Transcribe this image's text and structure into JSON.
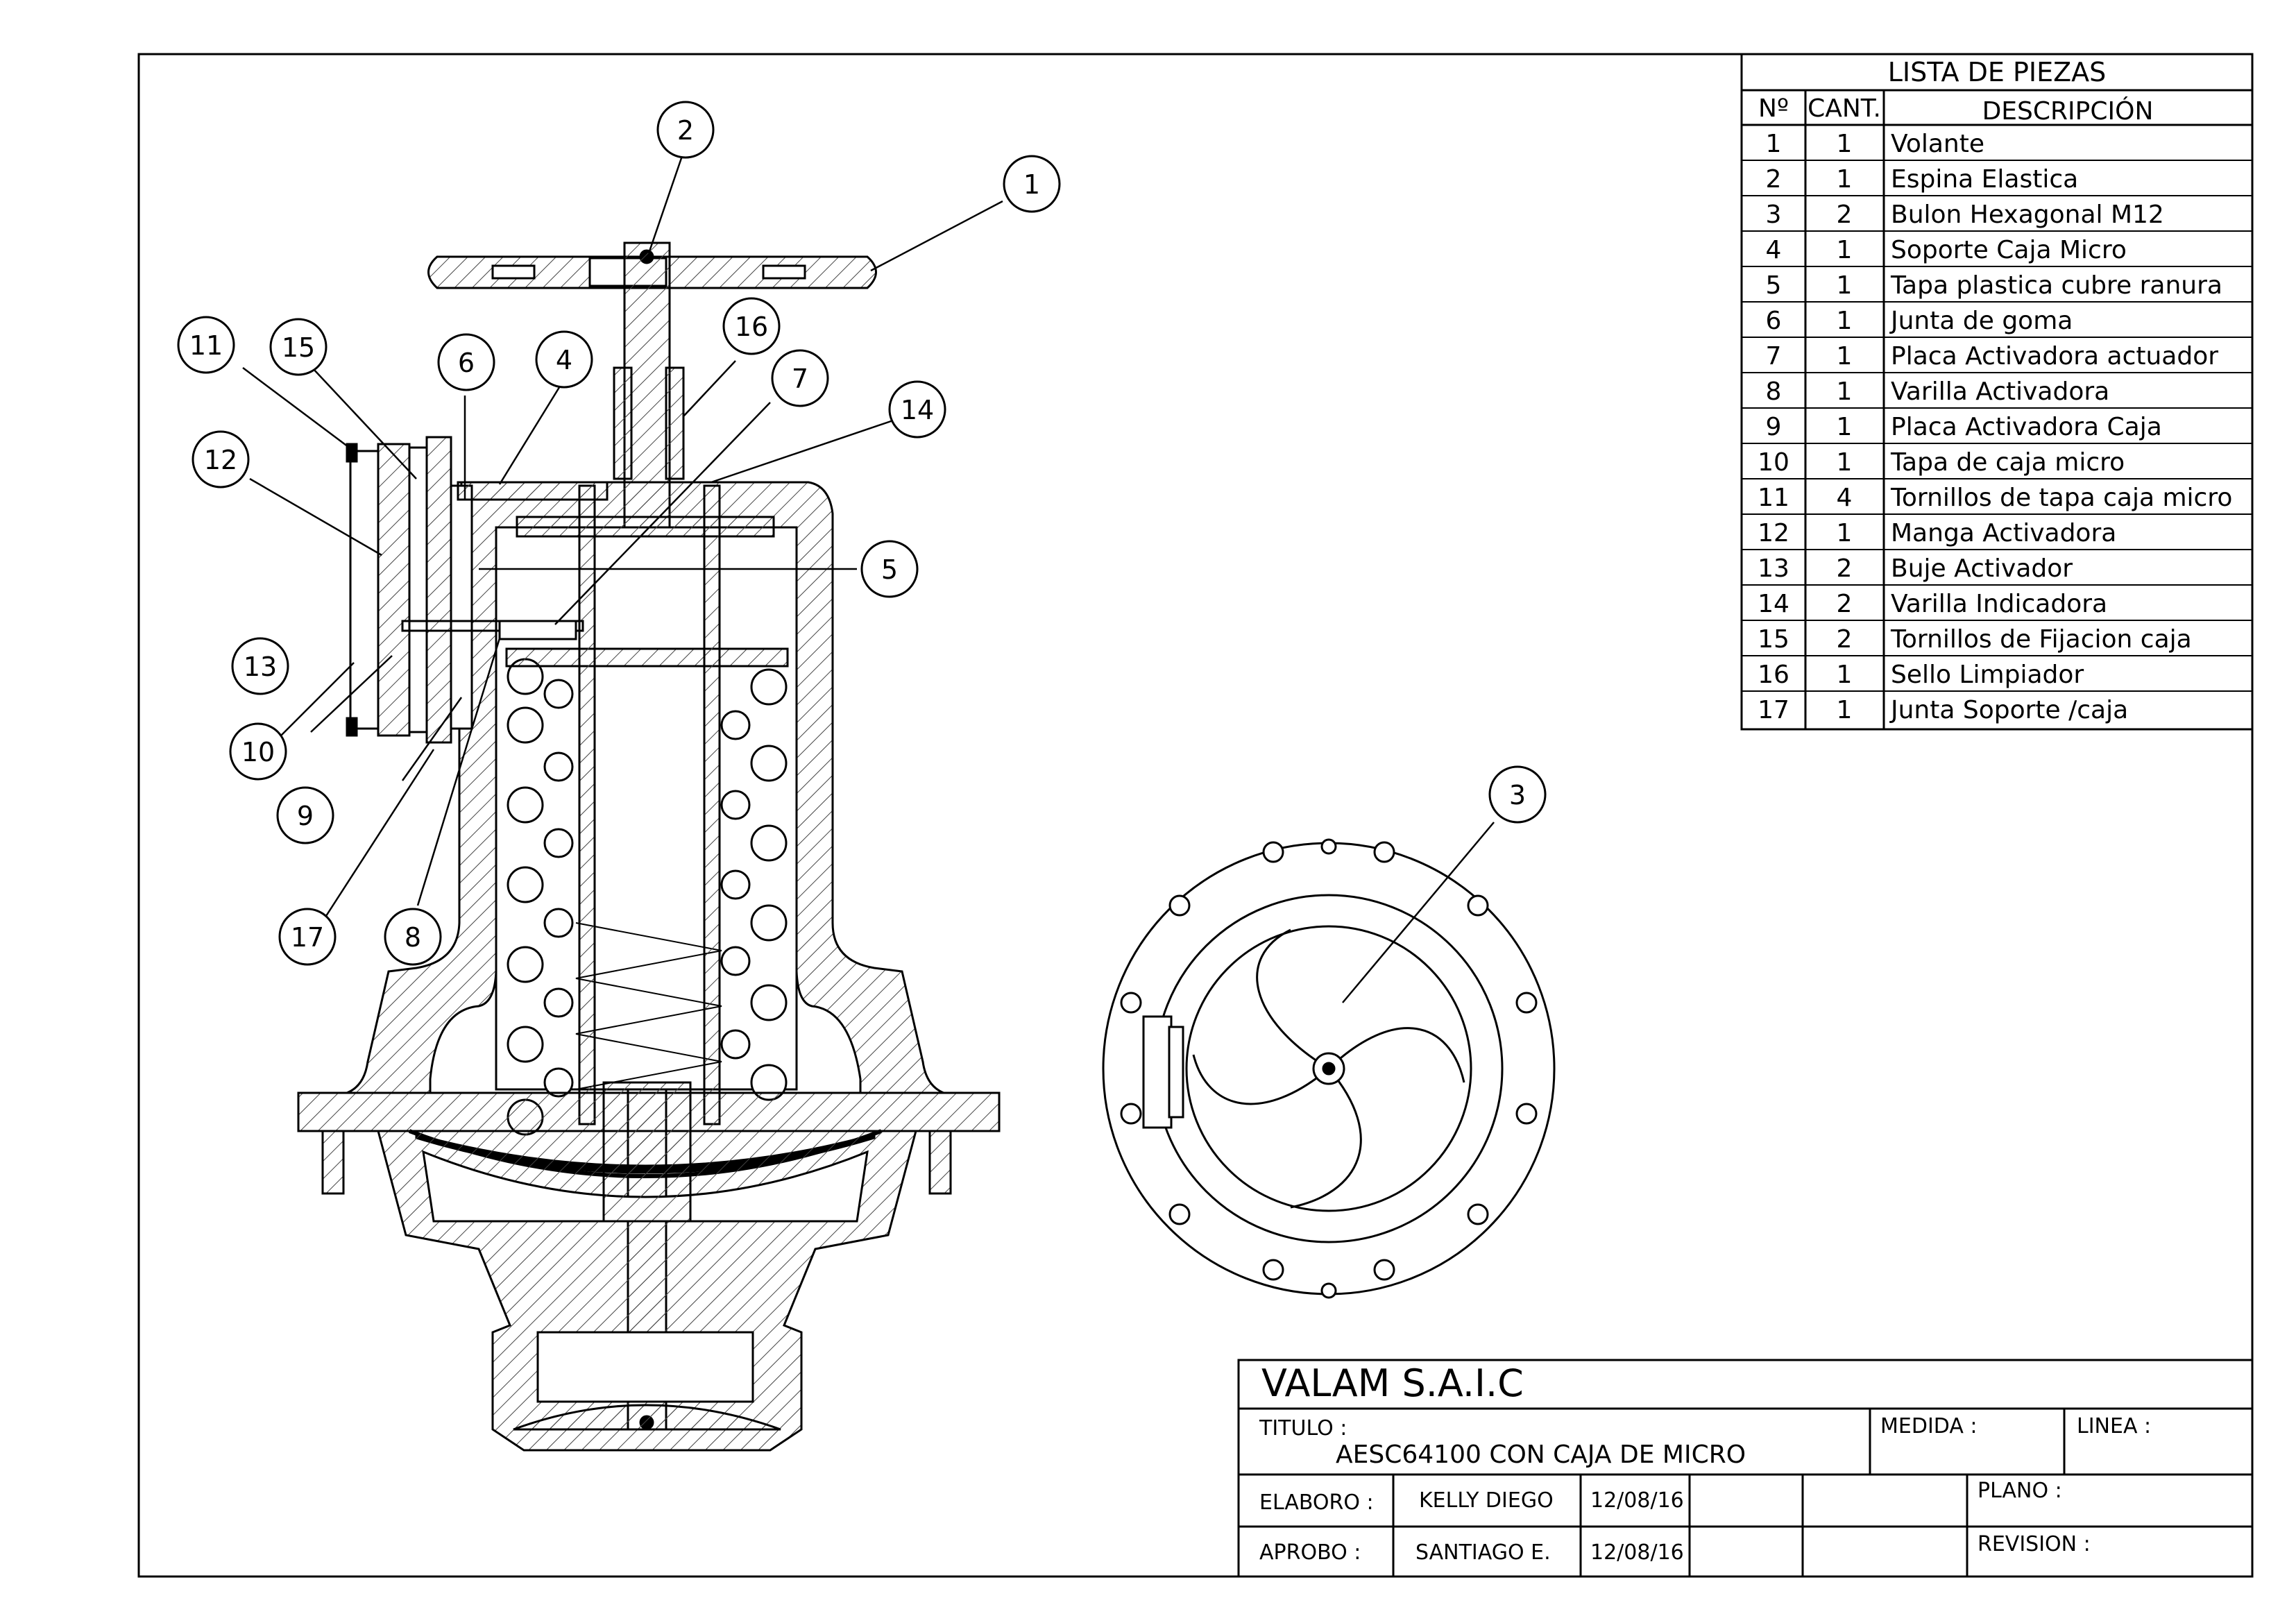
{
  "parts_list": {
    "title": "LISTA DE PIEZAS",
    "headers": [
      "Nº",
      "CANT.",
      "DESCRIPCIÓN"
    ],
    "rows": [
      {
        "n": "1",
        "qty": "1",
        "desc": "Volante"
      },
      {
        "n": "2",
        "qty": "1",
        "desc": "Espina Elastica"
      },
      {
        "n": "3",
        "qty": "2",
        "desc": "Bulon Hexagonal M12"
      },
      {
        "n": "4",
        "qty": "1",
        "desc": "Soporte Caja Micro"
      },
      {
        "n": "5",
        "qty": "1",
        "desc": "Tapa plastica cubre ranura"
      },
      {
        "n": "6",
        "qty": "1",
        "desc": "Junta de goma"
      },
      {
        "n": "7",
        "qty": "1",
        "desc": "Placa Activadora actuador"
      },
      {
        "n": "8",
        "qty": "1",
        "desc": "Varilla Activadora"
      },
      {
        "n": "9",
        "qty": "1",
        "desc": "Placa Activadora Caja"
      },
      {
        "n": "10",
        "qty": "1",
        "desc": "Tapa de caja micro"
      },
      {
        "n": "11",
        "qty": "4",
        "desc": "Tornillos de tapa caja micro"
      },
      {
        "n": "12",
        "qty": "1",
        "desc": "Manga Activadora"
      },
      {
        "n": "13",
        "qty": "2",
        "desc": "Buje Activador"
      },
      {
        "n": "14",
        "qty": "2",
        "desc": "Varilla Indicadora"
      },
      {
        "n": "15",
        "qty": "2",
        "desc": "Tornillos de Fijacion caja"
      },
      {
        "n": "16",
        "qty": "1",
        "desc": "Sello Limpiador"
      },
      {
        "n": "17",
        "qty": "1",
        "desc": "Junta Soporte /caja"
      }
    ]
  },
  "balloons": [
    "1",
    "2",
    "3",
    "4",
    "5",
    "6",
    "7",
    "8",
    "9",
    "10",
    "11",
    "12",
    "13",
    "14",
    "15",
    "16",
    "17"
  ],
  "title_block": {
    "company": "VALAM S.A.I.C",
    "titulo_label": "TITULO :",
    "titulo_value": "AESC64100 CON CAJA DE MICRO",
    "medida_label": "MEDIDA :",
    "linea_label": "LINEA :",
    "elaboro_label": "ELABORO :",
    "elaboro_name": "KELLY DIEGO",
    "elaboro_date": "12/08/16",
    "aprobo_label": "APROBO :",
    "aprobo_name": "SANTIAGO E.",
    "aprobo_date": "12/08/16",
    "plano_label": "PLANO :",
    "revision_label": "REVISION :"
  },
  "colors": {
    "line": "#000000",
    "paper": "#ffffff",
    "hatch": "#444444"
  }
}
